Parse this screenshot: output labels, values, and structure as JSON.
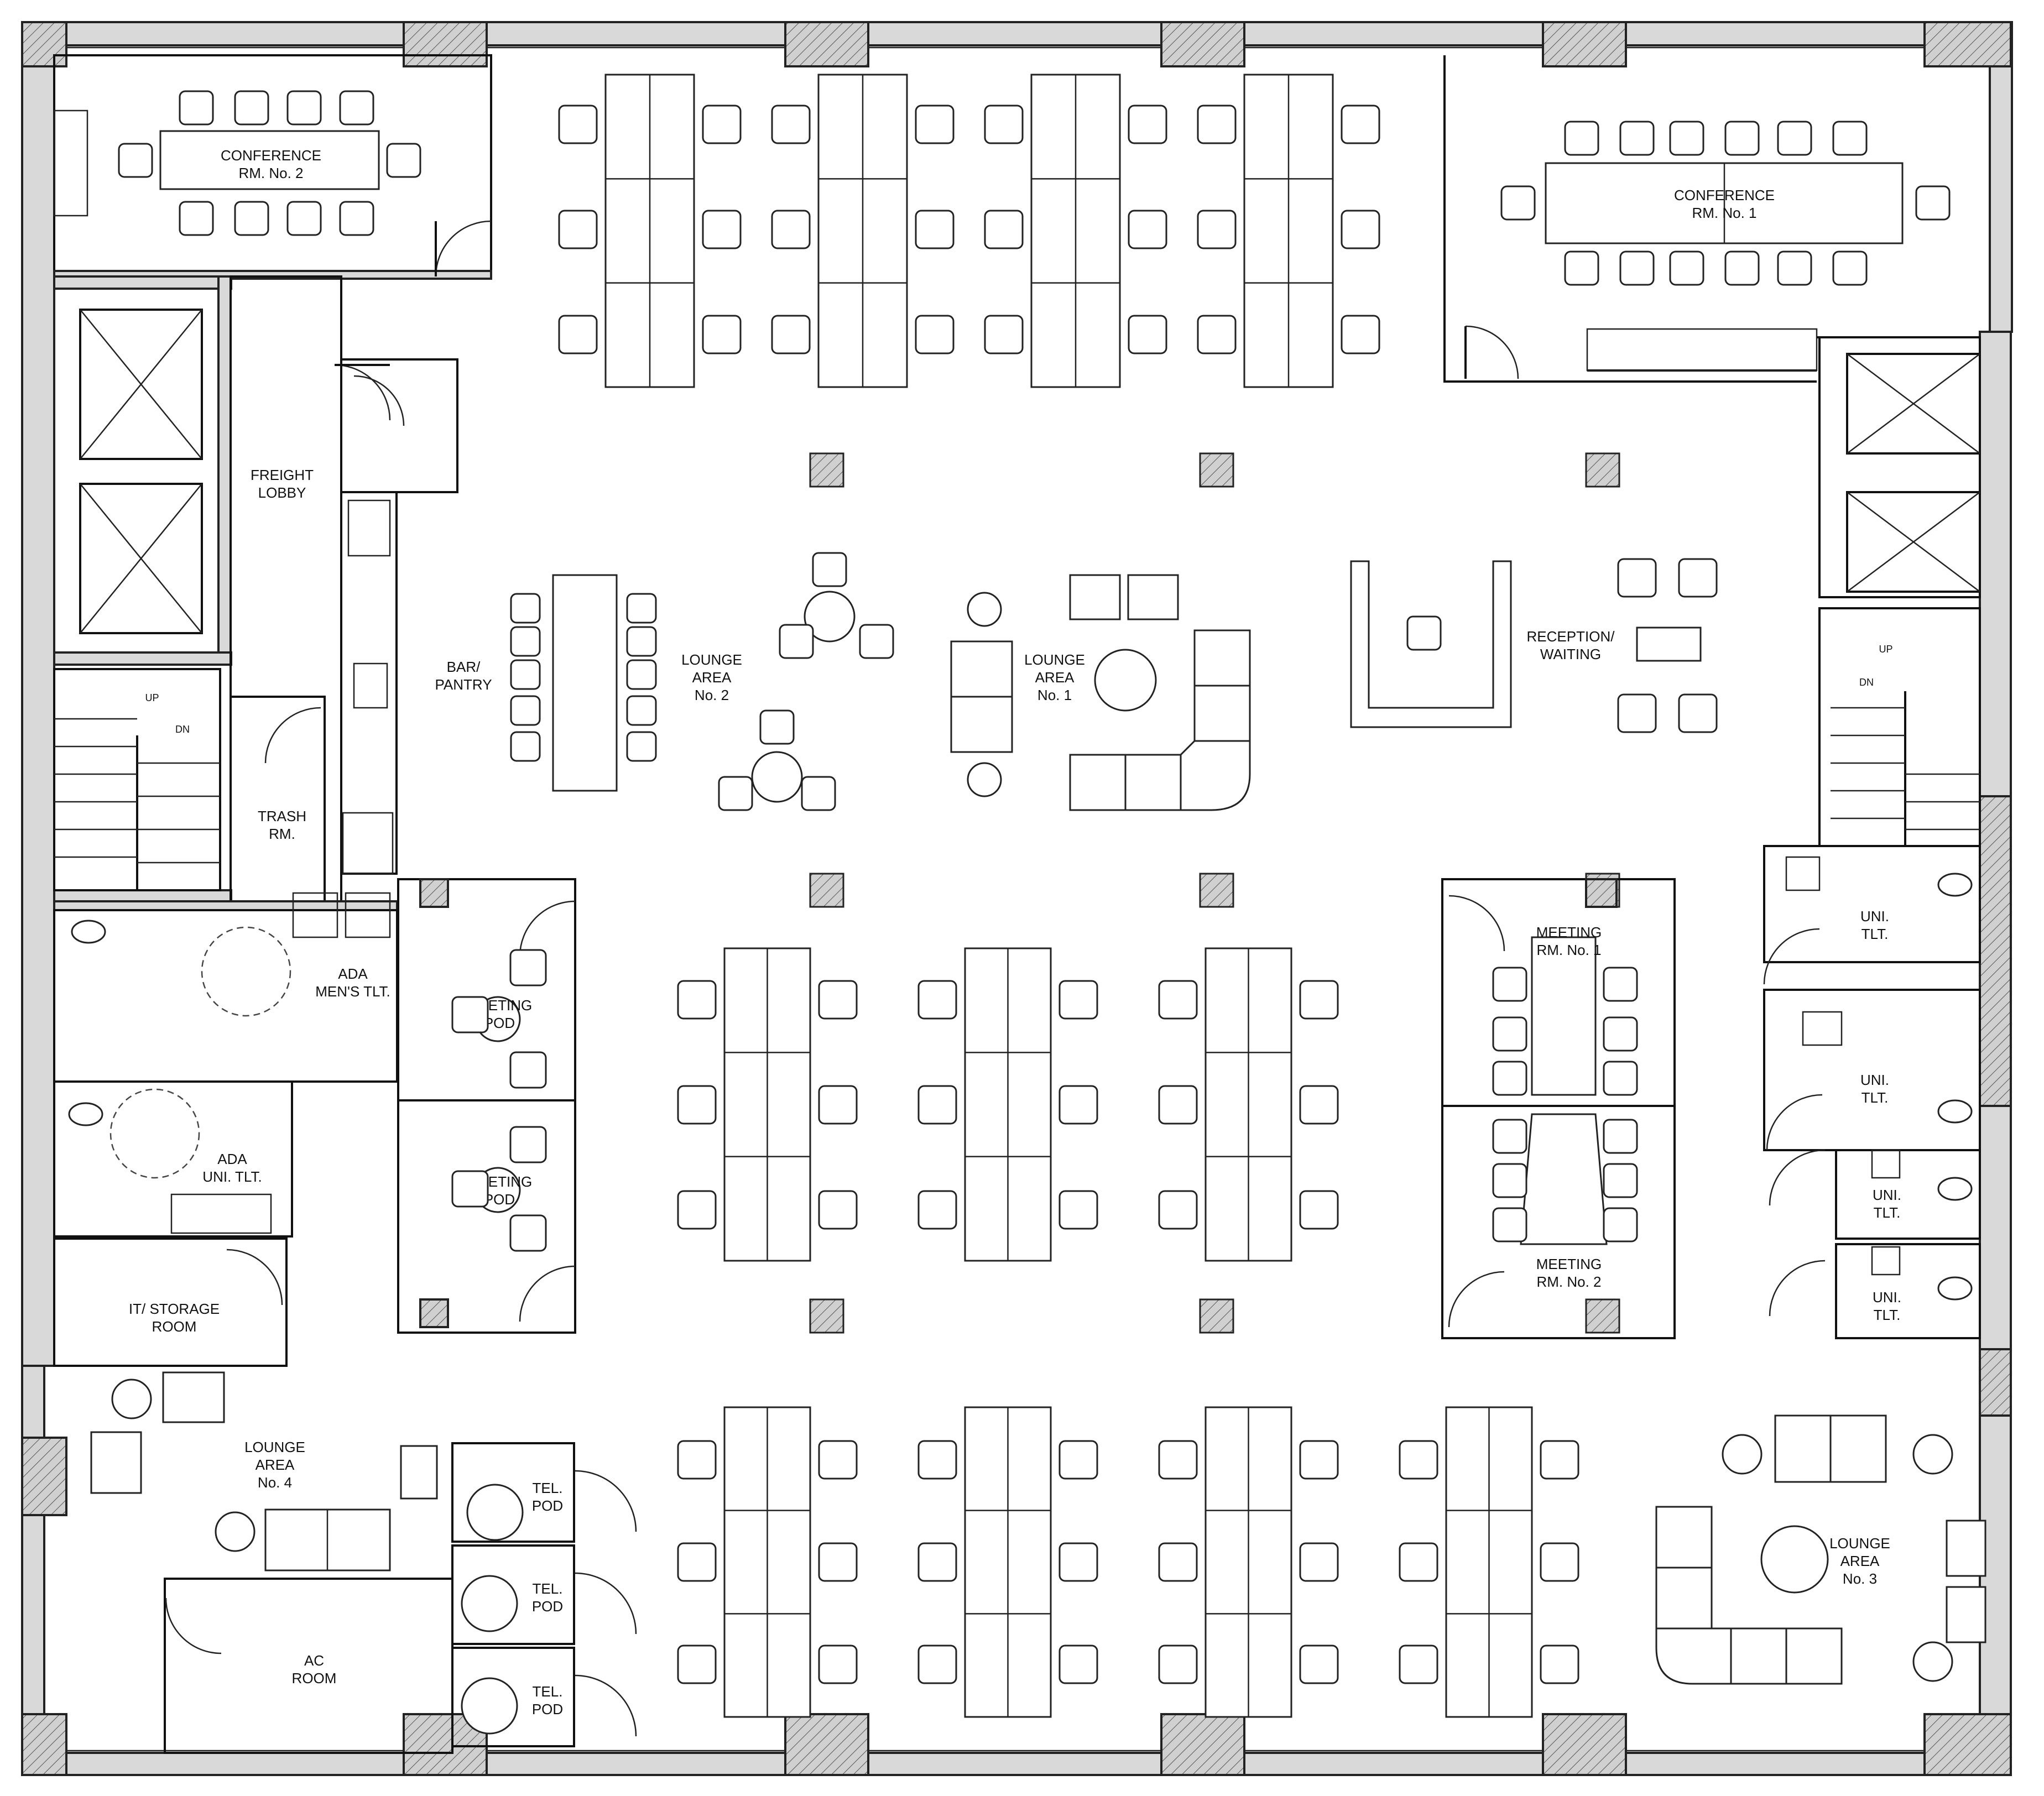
{
  "labels": {
    "conf2_a": "CONFERENCE",
    "conf2_b": "RM. No. 2",
    "conf1_a": "CONFERENCE",
    "conf1_b": "RM. No. 1",
    "freight_a": "FREIGHT",
    "freight_b": "LOBBY",
    "bar_a": "BAR/",
    "bar_b": "PANTRY",
    "trash_a": "TRASH",
    "trash_b": "RM.",
    "lounge2_a": "LOUNGE",
    "lounge2_b": "AREA",
    "lounge2_c": "No. 2",
    "lounge1_a": "LOUNGE",
    "lounge1_b": "AREA",
    "lounge1_c": "No. 1",
    "reception_a": "RECEPTION/",
    "reception_b": "WAITING",
    "adamens_a": "ADA",
    "adamens_b": "MEN'S TLT.",
    "adauni_a": "ADA",
    "adauni_b": "UNI. TLT.",
    "pod1_a": "MEETING",
    "pod1_b": "POD",
    "pod2_a": "MEETING",
    "pod2_b": "POD",
    "meet1_a": "MEETING",
    "meet1_b": "RM. No. 1",
    "meet2_a": "MEETING",
    "meet2_b": "RM. No. 2",
    "uni1_a": "UNI.",
    "uni1_b": "TLT.",
    "uni2_a": "UNI.",
    "uni2_b": "TLT.",
    "uni3_a": "UNI.",
    "uni3_b": "TLT.",
    "uni4_a": "UNI.",
    "uni4_b": "TLT.",
    "it_a": "IT/ STORAGE",
    "it_b": "ROOM",
    "lounge4_a": "LOUNGE",
    "lounge4_b": "AREA",
    "lounge4_c": "No. 4",
    "tel1_a": "TEL.",
    "tel1_b": "POD",
    "tel2_a": "TEL.",
    "tel2_b": "POD",
    "tel3_a": "TEL.",
    "tel3_b": "POD",
    "ac_a": "AC",
    "ac_b": "ROOM",
    "lounge3_a": "LOUNGE",
    "lounge3_b": "AREA",
    "lounge3_c": "No. 3",
    "up_left": "UP",
    "dn_left": "DN",
    "up_right": "UP",
    "dn_right": "DN"
  },
  "colors": {
    "wall": "#d9d9d9",
    "line": "#111111",
    "paper": "#ffffff"
  }
}
